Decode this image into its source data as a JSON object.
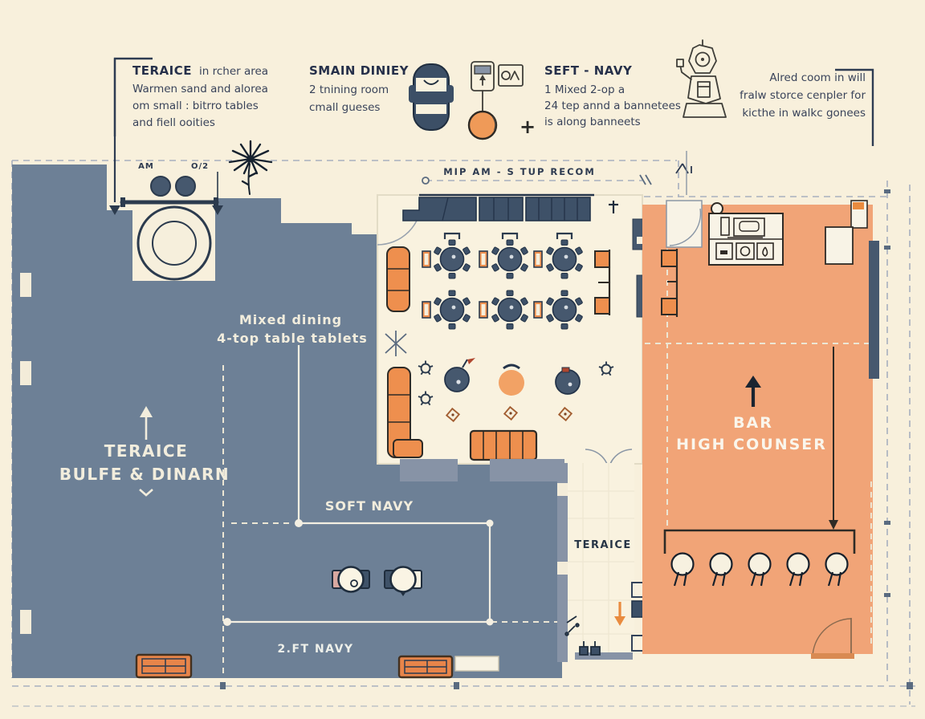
{
  "colors": {
    "background": "#f8f0dc",
    "terrace_slate": "#6d8096",
    "navy_furniture": "#3e5168",
    "navy_dark": "#2c3b4e",
    "orange_area": "#f1a477",
    "orange_furniture": "#ee8f4e",
    "wall_gray": "#8793a6",
    "white_floor": "#f8f3e4",
    "text_dark": "#2d3a50",
    "text_white": "#f2eddd"
  },
  "notes": {
    "terrace_note": {
      "title": "TERAICE",
      "title_suffix": "in rcher area",
      "line1": "Warmen sand and alorea",
      "line2": "om small : bitrro tables",
      "line3": "and fiell ooities"
    },
    "main_dining_note": {
      "title": "SMAIN DINIEY",
      "line1": "2 tnining room",
      "line2": "cmall gueses"
    },
    "soft_navy_note": {
      "title": "SEFT - NAVY",
      "line1": "1 Mixed 2-op a",
      "line2": "24 tep annd a bannetees",
      "line3": "is along banneets"
    },
    "kitchen_note": {
      "line1": "Alred coom in will",
      "line2": "fralw storce cenpler for",
      "line3": "kicthe in walkc gonees"
    }
  },
  "plan": {
    "top_dimension_label": "MIP AM - S TUP RECOM",
    "dim_label_a": "AM",
    "dim_label_b": "O/2",
    "terrace_label_1": "TERAICE",
    "terrace_label_2": "BULFE & DINARN",
    "mixed_dining_1": "Mixed dining",
    "mixed_dining_2": "4-top table tablets",
    "soft_navy_label": "SOFT NAVY",
    "two_ft_navy_label": "2.FT NAVY",
    "bar_label_1": "BAR",
    "bar_label_2": "HIGH COUNSER",
    "corridor_label": "TERAICE"
  },
  "icons": {
    "plus": "+"
  }
}
